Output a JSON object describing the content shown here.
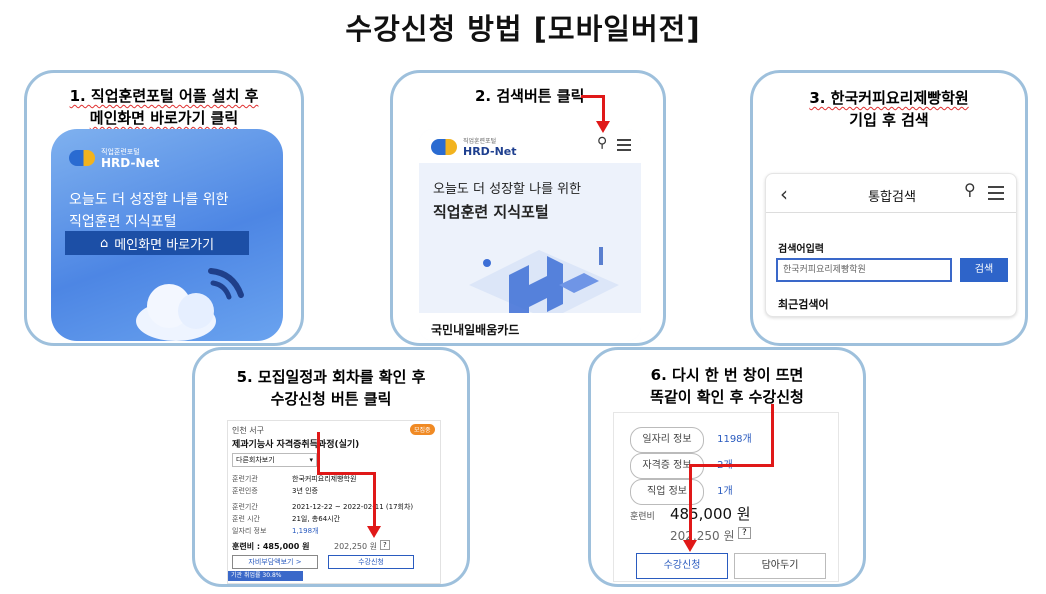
{
  "title": "수강신청 방법 [모바일버전]",
  "steps": {
    "s1": {
      "line1": "1. 직업훈련포털 어플 설치 후",
      "line2": "메인화면 바로가기 클릭",
      "sub": "직업훈련포털",
      "brand": "HRD-Net",
      "tagline1": "오늘도 더 성장할 나를 위한",
      "tagline2": "직업훈련 지식포털",
      "button": "메인화면 바로가기"
    },
    "s2": {
      "line1": "2. 검색버튼 클릭",
      "sub": "직업훈련포털",
      "brand": "HRD-Net",
      "tagline1": "오늘도 더 성장할 나를 위한",
      "tagline2": "직업훈련 지식포털",
      "footer": "국민내일배움카드"
    },
    "s3": {
      "line1": "3. 한국커피요리제빵학원",
      "line2": "기입 후 검색",
      "header": "통합검색",
      "label": "검색어입력",
      "input_value": "한국커피요리제빵학원",
      "search_button": "검색",
      "recent": "최근검색어"
    },
    "s5": {
      "line1": "5. 모집일정과 회차를 확인 후",
      "line2": "수강신청 버튼 클릭",
      "region": "인천 서구",
      "badge": "모집중",
      "course": "제과기능사 자격증취득과정(실기)",
      "select": "다른회차보기",
      "rows": [
        {
          "k": "훈련기관",
          "v": "한국커피요리제빵학원"
        },
        {
          "k": "훈련인증",
          "v": "3년 인증"
        },
        {
          "k": "훈련기간",
          "v": "2021-12-22 ~ 2022-02-11 (17회차)"
        },
        {
          "k": "훈련 시간",
          "v": "21일, 총64시간"
        },
        {
          "k": "일자리 정보",
          "v": "1,198개"
        }
      ],
      "fee": "훈련비 : 485,000 원",
      "self_fee": "202,250 원",
      "q": "?",
      "btn_detail": "자비부담액보기 >",
      "btn_apply": "수강신청",
      "bottom": "기관 취업률 30.8%"
    },
    "s6": {
      "line1": "6. 다시 한 번 창이 뜨면",
      "line2": "똑같이 확인 후 수강신청",
      "info": [
        {
          "k": "일자리 정보",
          "v": "1198개"
        },
        {
          "k": "자격증 정보",
          "v": "2개"
        },
        {
          "k": "직업 정보",
          "v": "1개"
        }
      ],
      "fee_label": "훈련비",
      "fee": "485,000 원",
      "self_fee": "202,250 원",
      "q": "?",
      "btn_apply": "수강신청",
      "btn_save": "담아두기"
    }
  }
}
